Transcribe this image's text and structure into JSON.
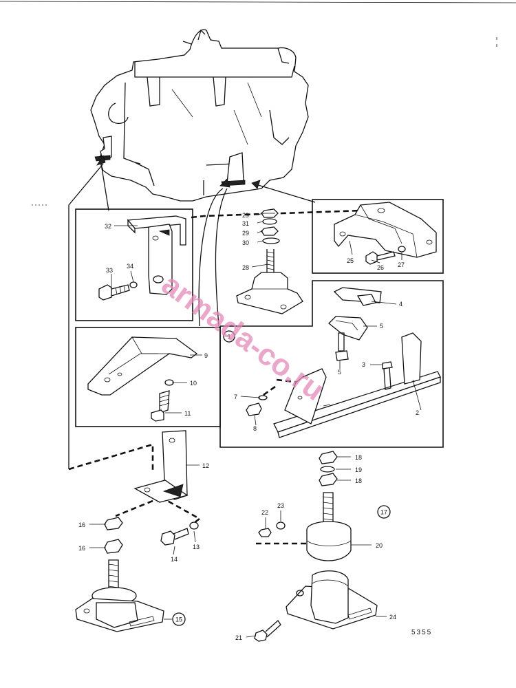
{
  "watermark": "armada-co.ru",
  "drawing_number": "5355",
  "callouts": [
    {
      "id": "c1",
      "label": "1",
      "circled": true
    },
    {
      "id": "c2",
      "label": "2"
    },
    {
      "id": "c3",
      "label": "3"
    },
    {
      "id": "c4",
      "label": "4"
    },
    {
      "id": "c5a",
      "label": "5"
    },
    {
      "id": "c5b",
      "label": "5"
    },
    {
      "id": "c7",
      "label": "7"
    },
    {
      "id": "c8",
      "label": "8"
    },
    {
      "id": "c9",
      "label": "9"
    },
    {
      "id": "c10",
      "label": "10"
    },
    {
      "id": "c11",
      "label": "11"
    },
    {
      "id": "c12",
      "label": "12"
    },
    {
      "id": "c13",
      "label": "13"
    },
    {
      "id": "c14",
      "label": "14"
    },
    {
      "id": "c15",
      "label": "15",
      "circled": true
    },
    {
      "id": "c16a",
      "label": "16"
    },
    {
      "id": "c16b",
      "label": "16"
    },
    {
      "id": "c17",
      "label": "17",
      "circled": true
    },
    {
      "id": "c18a",
      "label": "18"
    },
    {
      "id": "c18b",
      "label": "18"
    },
    {
      "id": "c19",
      "label": "19"
    },
    {
      "id": "c20",
      "label": "20"
    },
    {
      "id": "c21",
      "label": "21"
    },
    {
      "id": "c22",
      "label": "22"
    },
    {
      "id": "c23",
      "label": "23"
    },
    {
      "id": "c24",
      "label": "24"
    },
    {
      "id": "c25",
      "label": "25"
    },
    {
      "id": "c26",
      "label": "26"
    },
    {
      "id": "c27",
      "label": "27"
    },
    {
      "id": "c28",
      "label": "28"
    },
    {
      "id": "c29a",
      "label": "29"
    },
    {
      "id": "c29b",
      "label": "29"
    },
    {
      "id": "c30",
      "label": "30"
    },
    {
      "id": "c31",
      "label": "31"
    },
    {
      "id": "c32",
      "label": "32"
    },
    {
      "id": "c33",
      "label": "33"
    },
    {
      "id": "c34",
      "label": "34"
    }
  ]
}
